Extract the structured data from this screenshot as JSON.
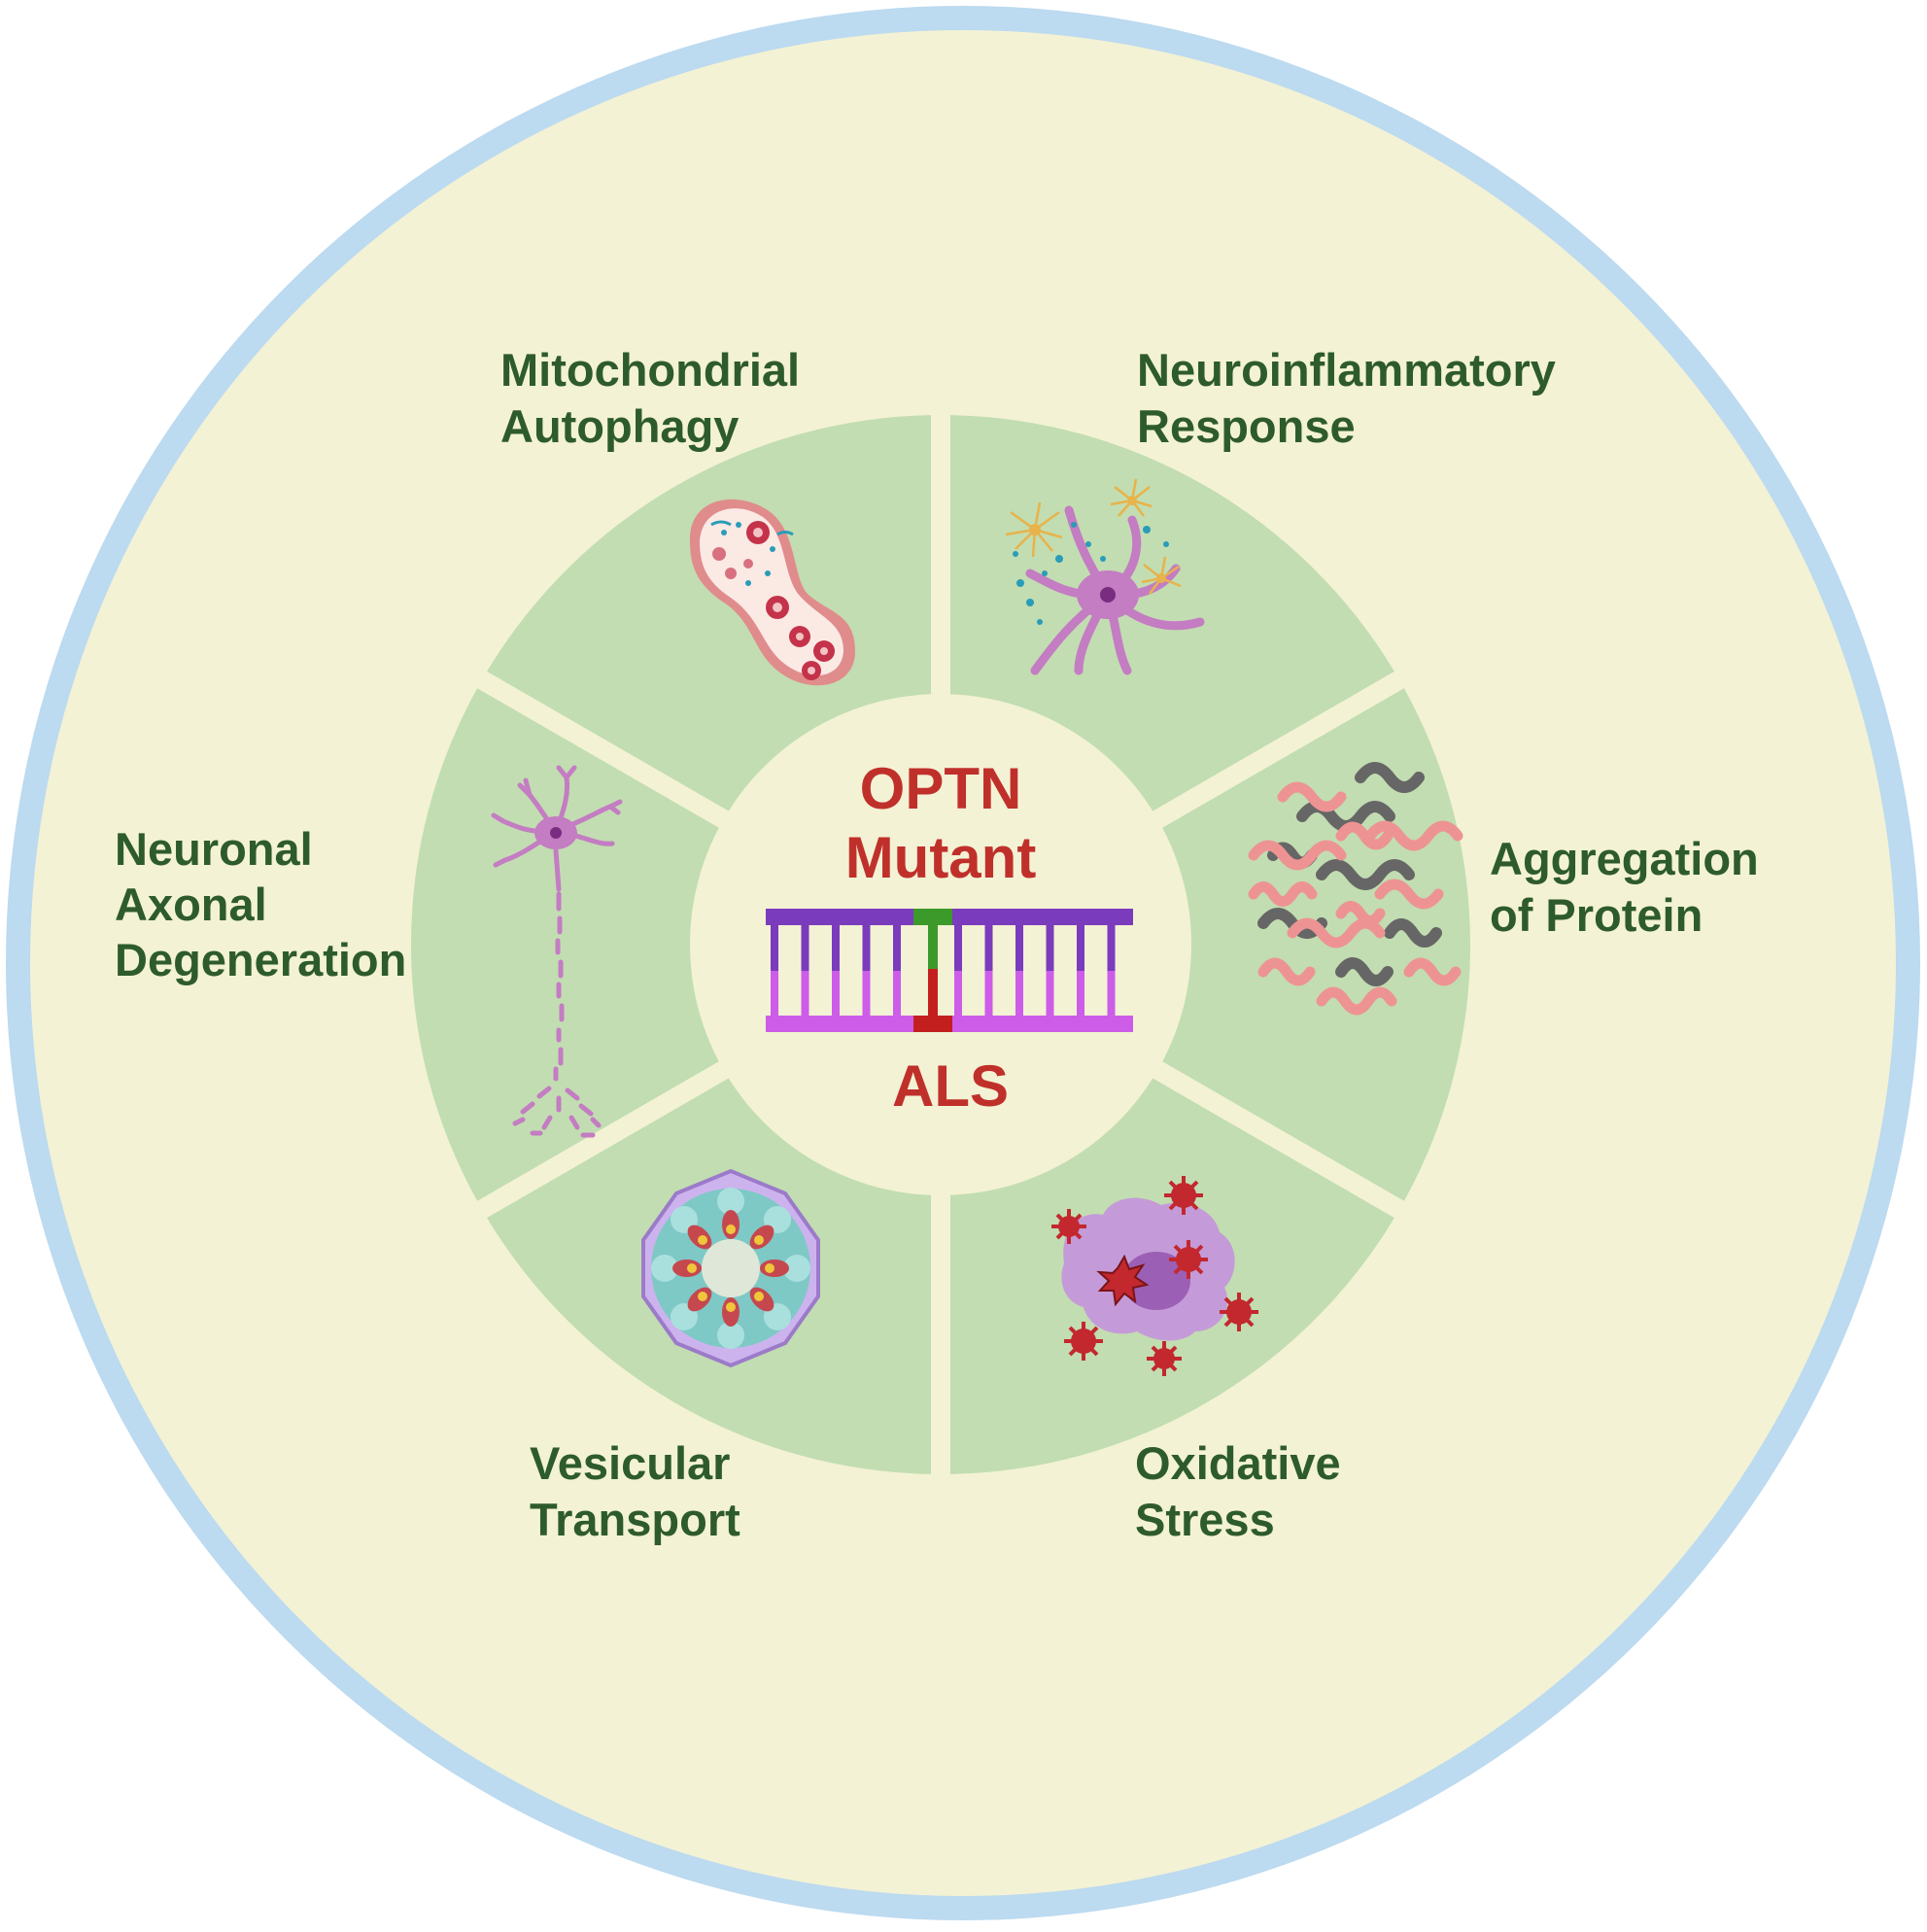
{
  "colors": {
    "outer_ring": "#bcdaf0",
    "background": "#f3f2d4",
    "segment": "#c2ddb1",
    "label_text": "#2e5b2b",
    "center_text": "#c0302b",
    "dna_top": "#7b3bbd",
    "dna_bottom": "#cd5ce9",
    "mutation_top": "#3c9a2a",
    "mutation_bottom": "#c41f1f"
  },
  "center": {
    "title_line1": "OPTN",
    "title_line2": "Mutant",
    "subtitle": "ALS",
    "dna_icon": "dna-double-helix-mutation-icon"
  },
  "segments": [
    {
      "id": "mitochondrial",
      "label_lines": [
        "Mitochondrial",
        "Autophagy"
      ],
      "icon": "mitophagy-autophagosome-icon"
    },
    {
      "id": "neuroinflammatory",
      "label_lines": [
        "Neuroinflammatory",
        "Response"
      ],
      "icon": "astrocyte-microglia-icon"
    },
    {
      "id": "aggregation",
      "label_lines": [
        "Aggregation",
        "of Protein"
      ],
      "icon": "protein-aggregate-icon"
    },
    {
      "id": "oxidative",
      "label_lines": [
        "Oxidative",
        "Stress"
      ],
      "icon": "ros-cell-icon"
    },
    {
      "id": "vesicular",
      "label_lines": [
        "Vesicular",
        "Transport"
      ],
      "icon": "vesicle-coat-icon"
    },
    {
      "id": "neuronal",
      "label_lines": [
        "Neuronal",
        "Axonal",
        "Degeneration"
      ],
      "icon": "degenerating-neuron-icon"
    }
  ]
}
